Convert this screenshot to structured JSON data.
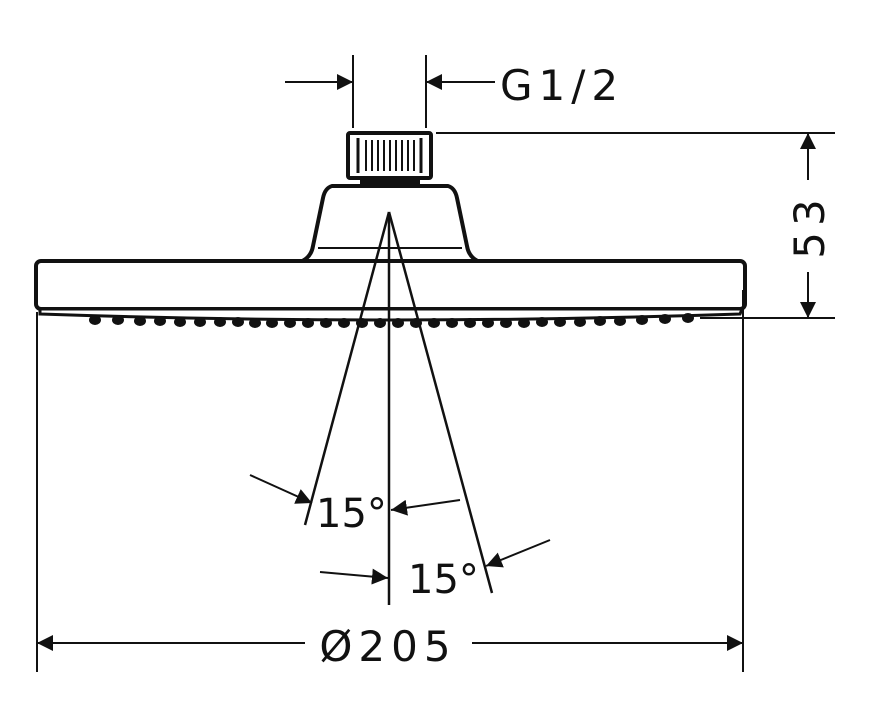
{
  "dimensions": {
    "thread": "G1/2",
    "height": "53",
    "spray_angle_left": "15°",
    "spray_angle_right": "15°",
    "diameter": "Ø205"
  },
  "colors": {
    "line": "#111111",
    "background": "#ffffff"
  }
}
